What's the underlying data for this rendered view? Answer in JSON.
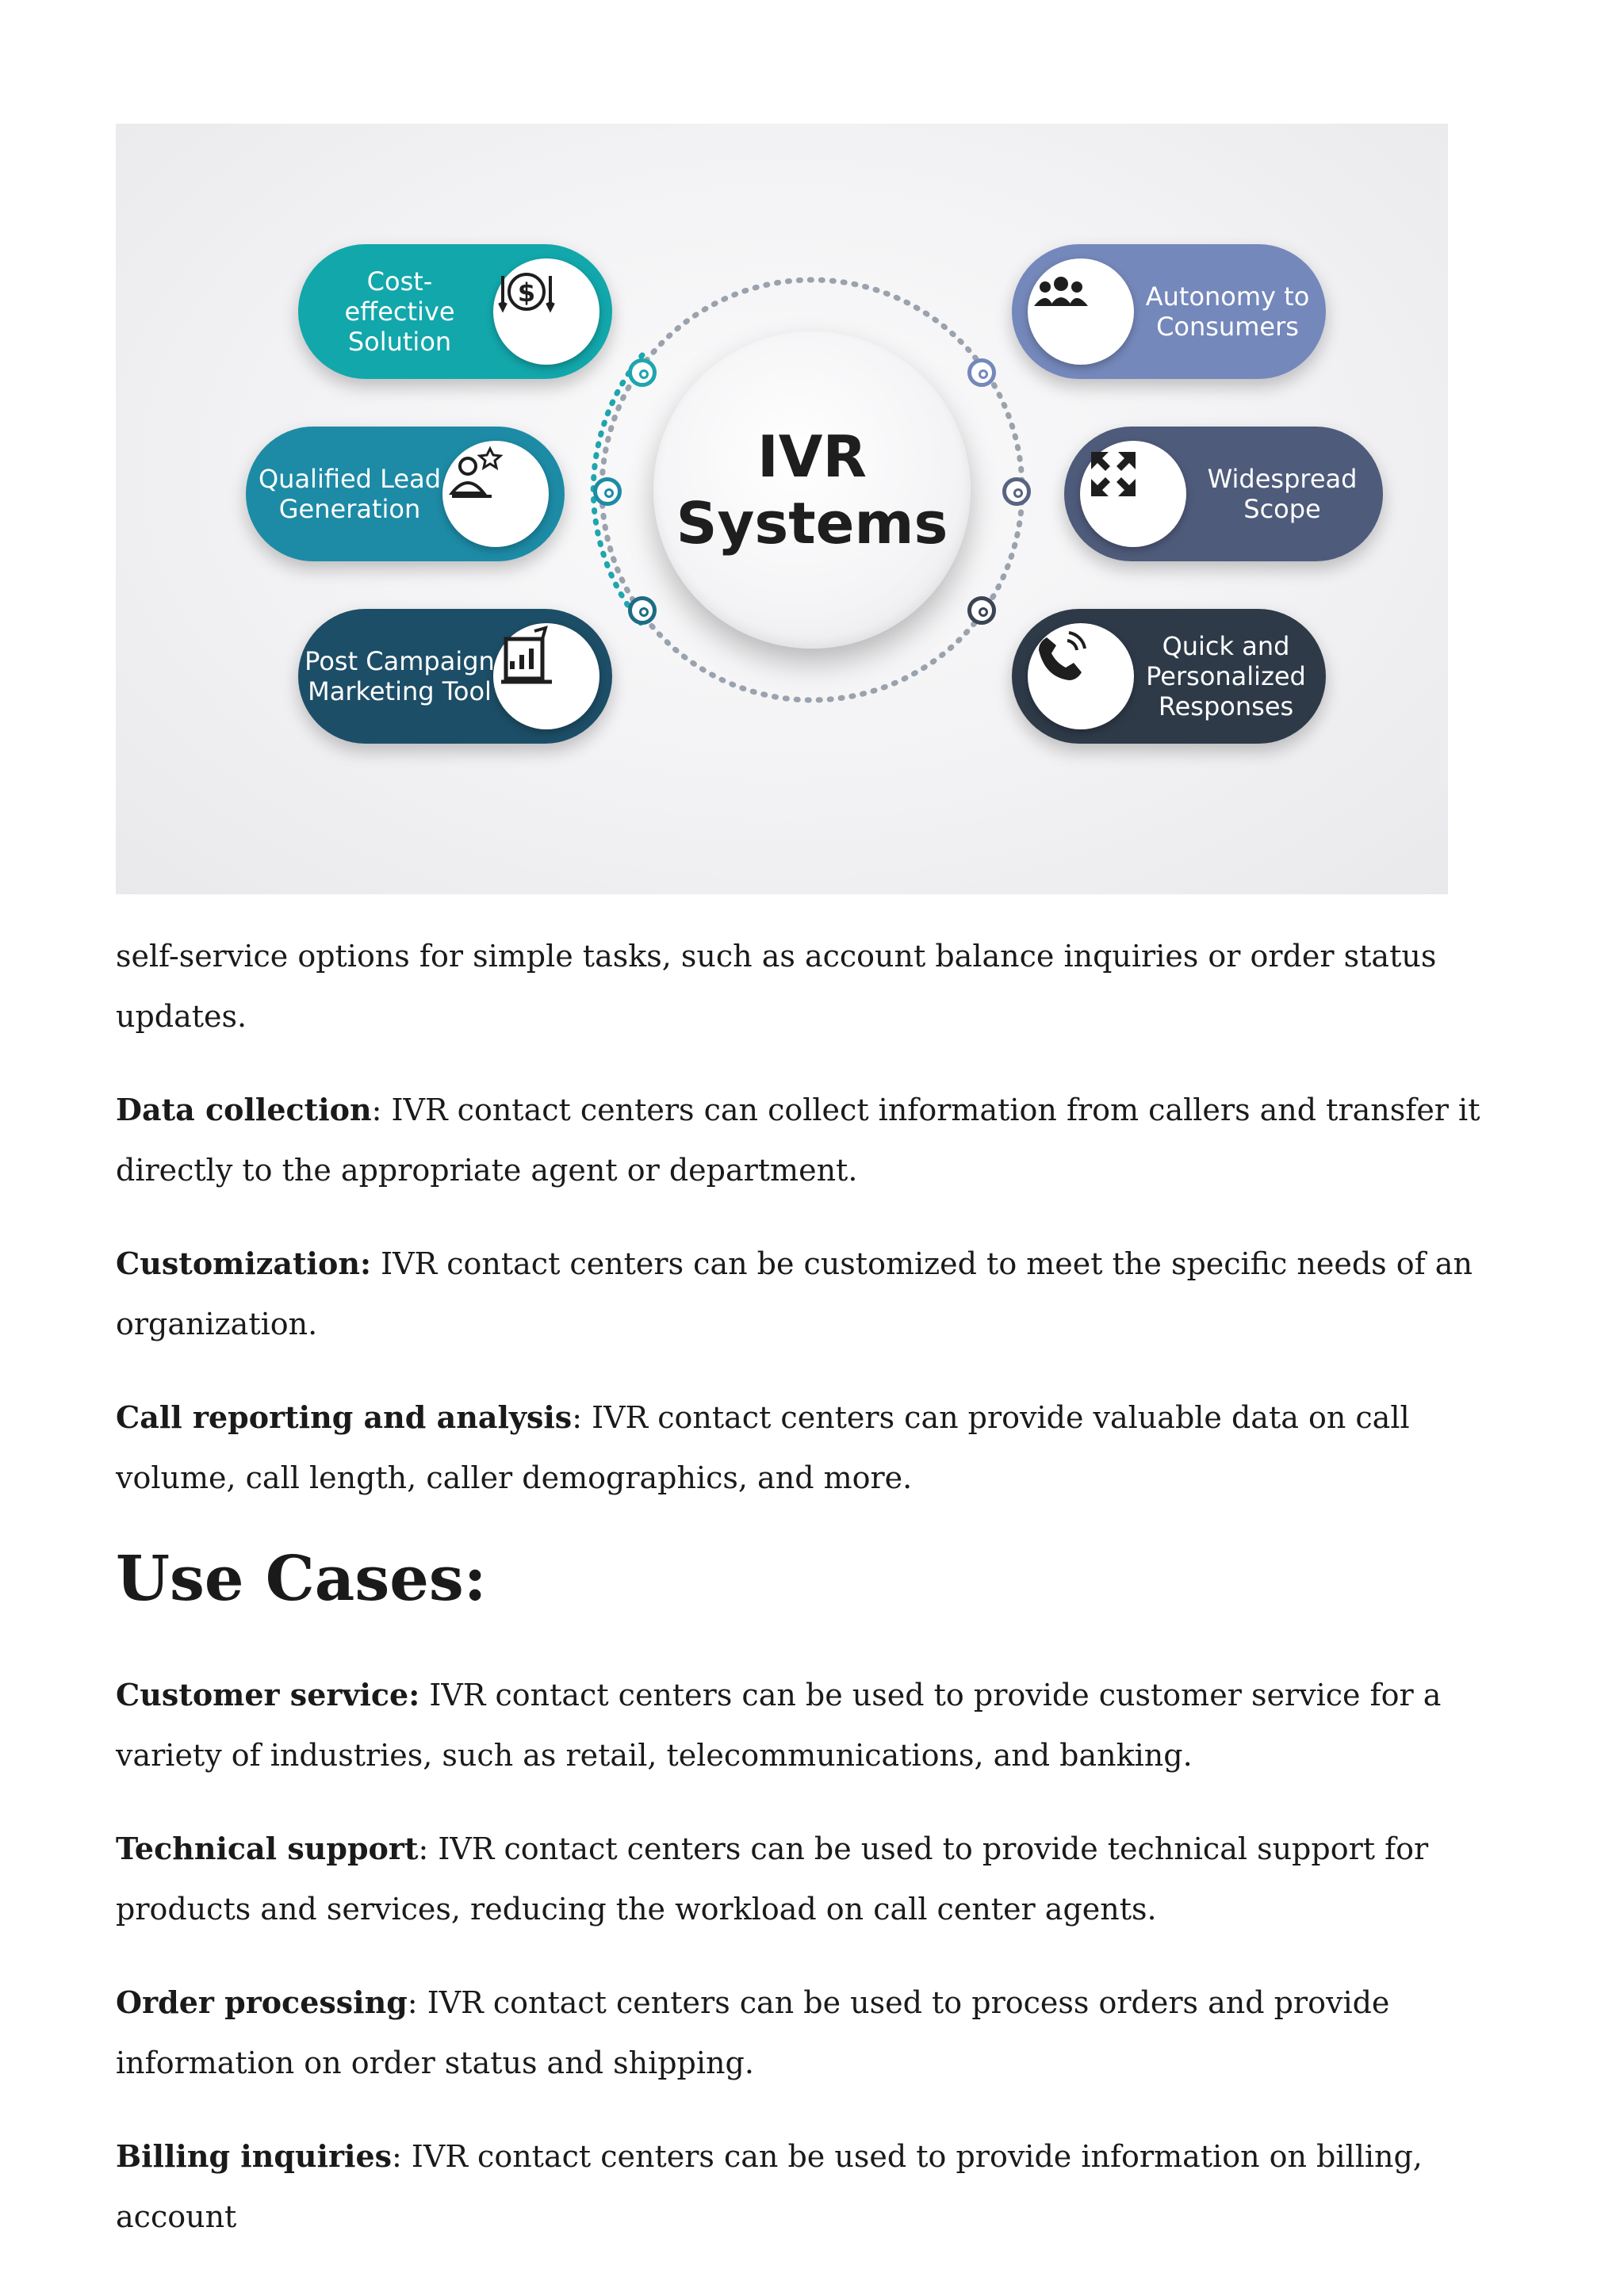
{
  "infographic": {
    "center_title": "IVR\nSystems",
    "items": [
      {
        "label": "Cost-effective\nSolution",
        "icon": "money-cycle-icon",
        "color": "#12a7ab"
      },
      {
        "label": "Qualified Lead\nGeneration",
        "icon": "person-star-icon",
        "color": "#1d8ba6"
      },
      {
        "label": "Post Campaign\nMarketing Tool",
        "icon": "marketing-chart-icon",
        "color": "#1d4e67"
      },
      {
        "label": "Autonomy to\nConsumers",
        "icon": "people-group-icon",
        "color": "#7588bb"
      },
      {
        "label": "Widespread\nScope",
        "icon": "expand-arrows-icon",
        "color": "#4f5b7b"
      },
      {
        "label": "Quick and\nPersonalized\nResponses",
        "icon": "phone-call-icon",
        "color": "#2e3a48"
      }
    ]
  },
  "body": {
    "intro": "self-service options for simple tasks, such as account balance inquiries or order status updates.",
    "features": [
      {
        "term": "Data collection",
        "sep": ":",
        "text": " IVR contact centers can collect information from callers and transfer it directly to the appropriate agent or department."
      },
      {
        "term": "Customization:",
        "sep": "",
        "text": " IVR contact centers can be customized to meet the specific needs of an organization."
      },
      {
        "term": "Call reporting and analysis",
        "sep": ":",
        "text": " IVR contact centers can provide valuable data on call volume, call length, caller demographics, and more."
      }
    ],
    "heading": "Use Cases:",
    "use_cases": [
      {
        "term": "Customer service:",
        "sep": "",
        "text": " IVR contact centers can be used to provide customer service for a variety of industries, such as retail, telecommunications, and banking."
      },
      {
        "term": "Technical support",
        "sep": ":",
        "text": " IVR contact centers can be used to provide technical support for products and services, reducing the workload on call center agents."
      },
      {
        "term": "Order processing",
        "sep": ":",
        "text": " IVR contact centers can be used to process orders and provide information on order status and shipping."
      },
      {
        "term": "Billing inquiries",
        "sep": ":",
        "text": " IVR contact centers can be used to provide information on billing, account"
      }
    ]
  }
}
